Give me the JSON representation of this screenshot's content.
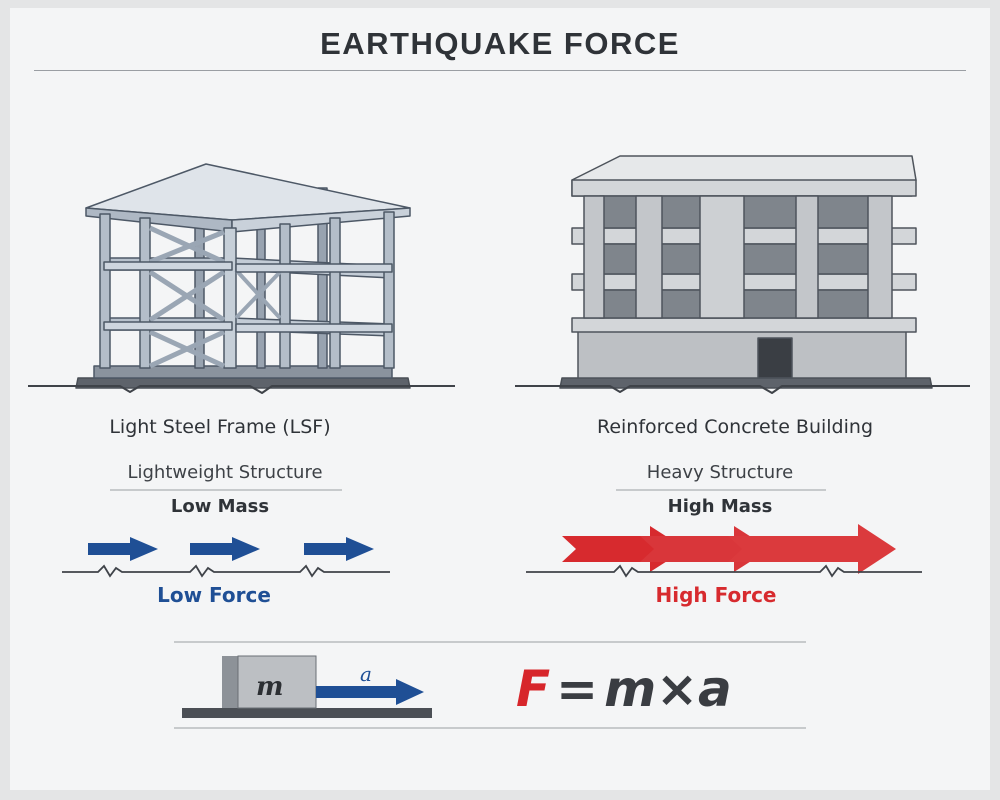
{
  "title": "EARTHQUAKE FORCE",
  "left": {
    "name": "Light Steel Frame (LSF)",
    "structure": "Lightweight Structure",
    "mass": "Low Mass",
    "force": "Low Force"
  },
  "right": {
    "name": "Reinforced Concrete Building",
    "structure": "Heavy Structure",
    "mass": "High Mass",
    "force": "High Force"
  },
  "formula": {
    "mass_label": "m",
    "accel_label": "a",
    "f": "F",
    "eq": "=",
    "rhs": "m×a"
  },
  "colors": {
    "low_force": "#1f4f95",
    "high_force": "#d72a2e",
    "steel": "#a9b4c1",
    "concrete": "#bfc2c6"
  }
}
